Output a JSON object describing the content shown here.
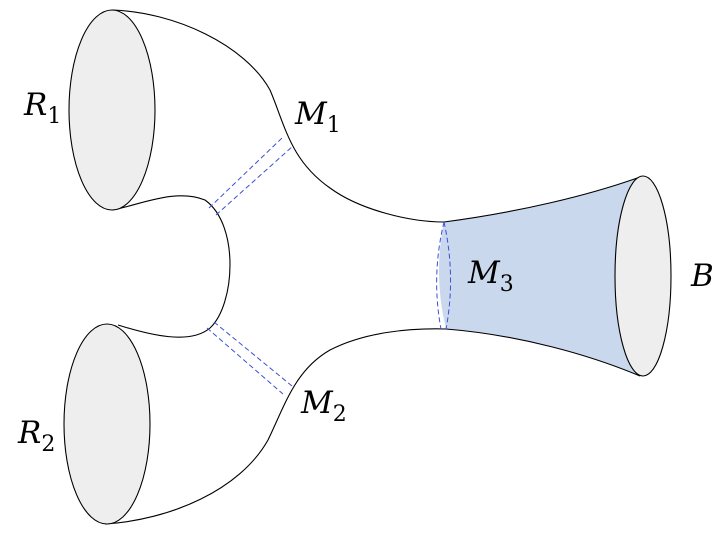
{
  "labels": {
    "r1": {
      "main": "R",
      "sub": "1"
    },
    "r2": {
      "main": "R",
      "sub": "2"
    },
    "m1": {
      "main": "M",
      "sub": "1"
    },
    "m2": {
      "main": "M",
      "sub": "2"
    },
    "m3": {
      "main": "M",
      "sub": "3"
    },
    "b": {
      "main": "B"
    }
  },
  "colors": {
    "outline": "#000000",
    "disk_fill": "#eeeeee",
    "dashed": "#3b4fd6",
    "shaded_region": "#cad8ee"
  }
}
